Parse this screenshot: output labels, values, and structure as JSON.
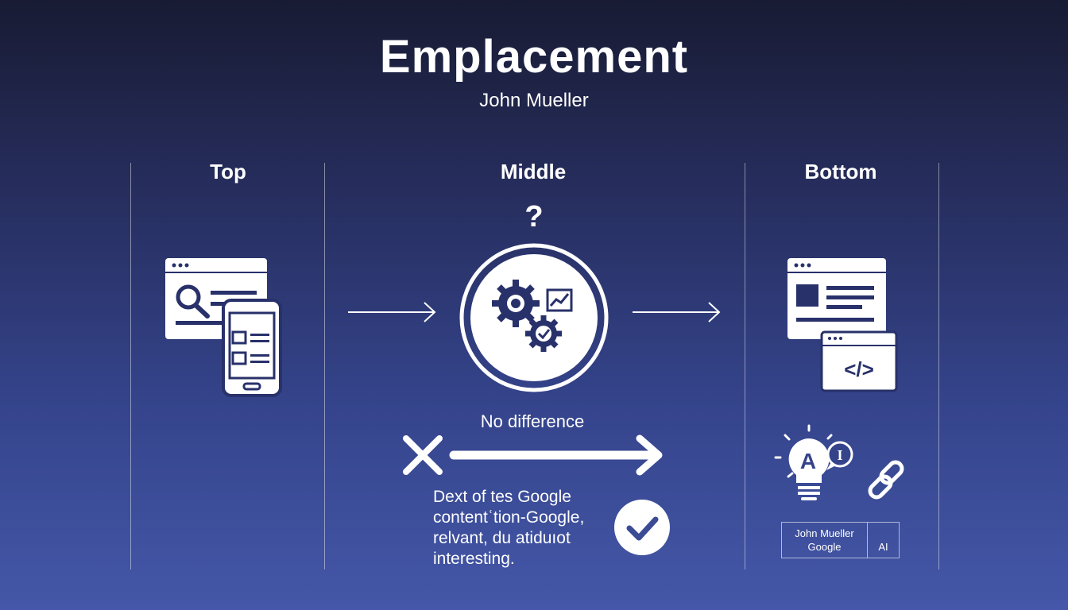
{
  "title": "Emplacement",
  "subtitle": "John Mueller",
  "columns": [
    {
      "label": "Top"
    },
    {
      "label": "Middle"
    },
    {
      "label": "Bottom"
    }
  ],
  "middle": {
    "question_mark": "?",
    "no_difference": "No difference",
    "description": [
      "Dext of tes Google",
      "contentʿtion-Google,",
      "relvant, du atiduıot",
      "interesting."
    ]
  },
  "bottom": {
    "table": {
      "cell1_line1": "John Mueller",
      "cell1_line2": "Google",
      "cell2": "AI"
    },
    "bulb_letter": "A",
    "bubble_letter": "I",
    "code_symbol": "</>"
  },
  "colors": {
    "bg_top": "#181b33",
    "bg_bottom": "#4457a8",
    "accent": "#ffffff"
  }
}
